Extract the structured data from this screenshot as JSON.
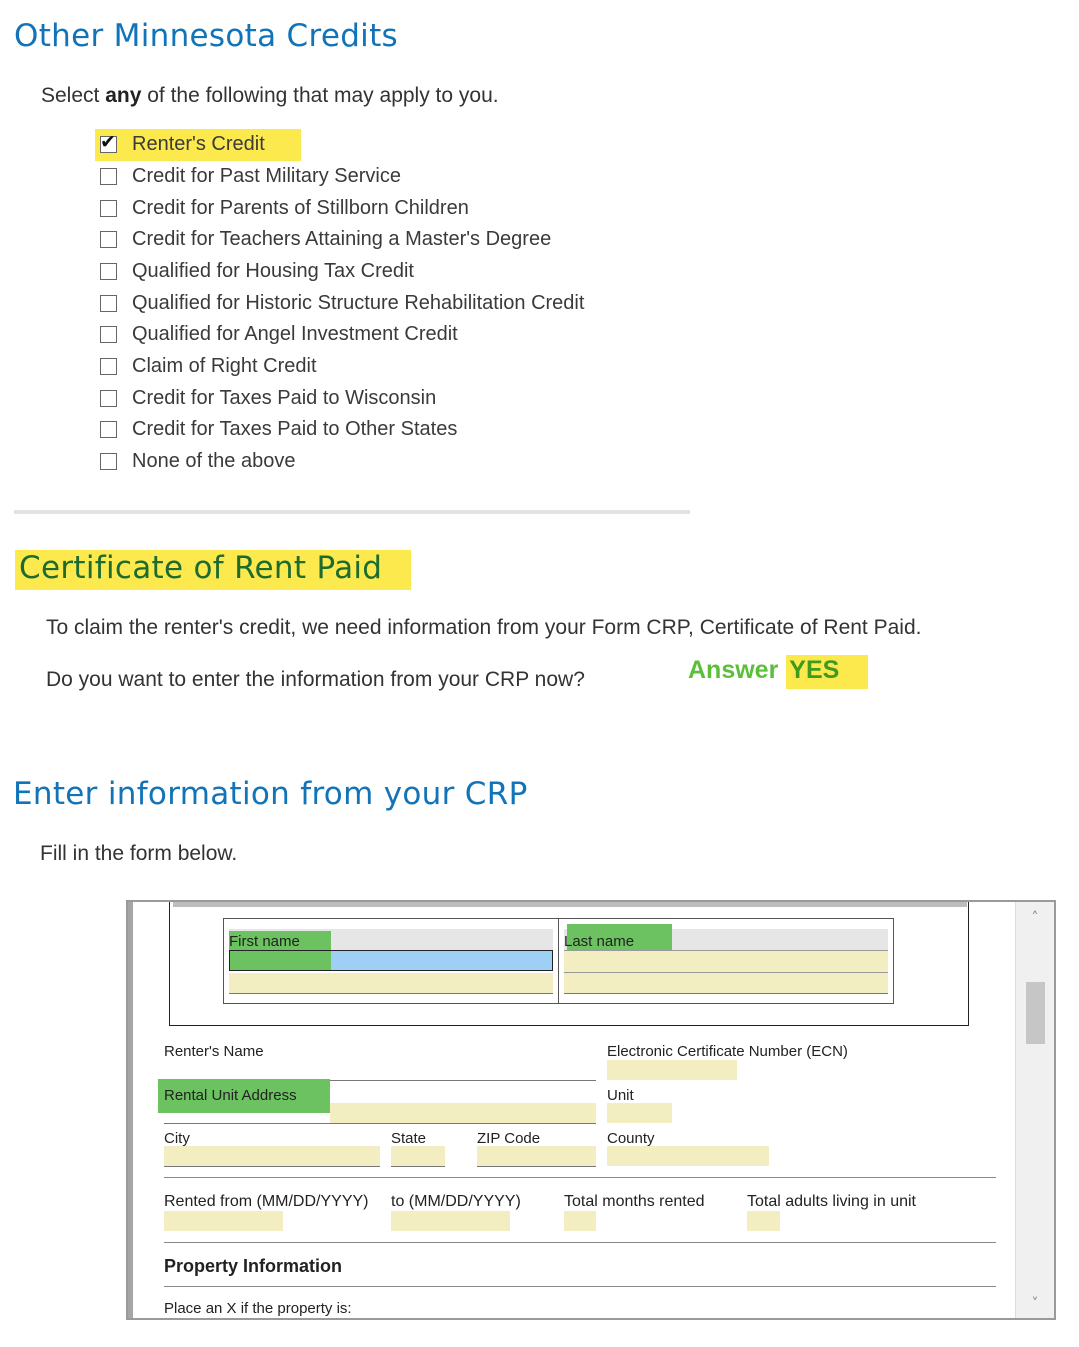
{
  "section1": {
    "title": "Other Minnesota Credits",
    "prompt_before": "Select ",
    "prompt_bold": "any",
    "prompt_after": " of the following that may apply to you.",
    "options": [
      {
        "label": "Renter's Credit",
        "checked": true
      },
      {
        "label": "Credit for Past Military Service",
        "checked": false
      },
      {
        "label": "Credit for Parents of Stillborn Children",
        "checked": false
      },
      {
        "label": "Credit for Teachers Attaining a Master's Degree",
        "checked": false
      },
      {
        "label": "Qualified for Housing Tax Credit",
        "checked": false
      },
      {
        "label": "Qualified for Historic Structure Rehabilitation Credit",
        "checked": false
      },
      {
        "label": "Qualified for Angel Investment Credit",
        "checked": false
      },
      {
        "label": "Claim of Right Credit",
        "checked": false
      },
      {
        "label": "Credit for Taxes Paid to Wisconsin",
        "checked": false
      },
      {
        "label": "Credit for Taxes Paid to Other States",
        "checked": false
      },
      {
        "label": "None of the above",
        "checked": false
      }
    ]
  },
  "section2": {
    "title": "Certificate of Rent Paid",
    "para1": "To claim the renter's credit, we need information from your Form CRP, Certificate of Rent Paid.",
    "question": "Do you want to enter the information from your CRP now?",
    "answer_prefix": "Answer",
    "answer_value": "YES"
  },
  "section3": {
    "title": "Enter information from your CRP",
    "instruction": "Fill in the form below."
  },
  "form": {
    "first_name_label": "First name",
    "last_name_label": "Last name",
    "renters_name_label": "Renter's Name",
    "ecn_label": "Electronic Certificate Number (ECN)",
    "rental_unit_address_label": "Rental Unit Address",
    "unit_label": "Unit",
    "city_label": "City",
    "state_label": "State",
    "zip_label": "ZIP Code",
    "county_label": "County",
    "rented_from_label": "Rented from (MM/DD/YYYY)",
    "rented_to_label": "to (MM/DD/YYYY)",
    "total_months_label": "Total months rented",
    "total_adults_label": "Total adults living in unit",
    "property_info_heading": "Property Information",
    "place_x_label": "Place an X if the property is:"
  },
  "colors": {
    "heading_blue": "#1173b8",
    "heading_green": "#1e6b2e",
    "highlight_yellow": "#fbe94d",
    "highlight_green": "#6cc160",
    "answer_green": "#5cbf3c",
    "field_fill": "#f3edc2",
    "active_field": "#9ed0f5"
  }
}
